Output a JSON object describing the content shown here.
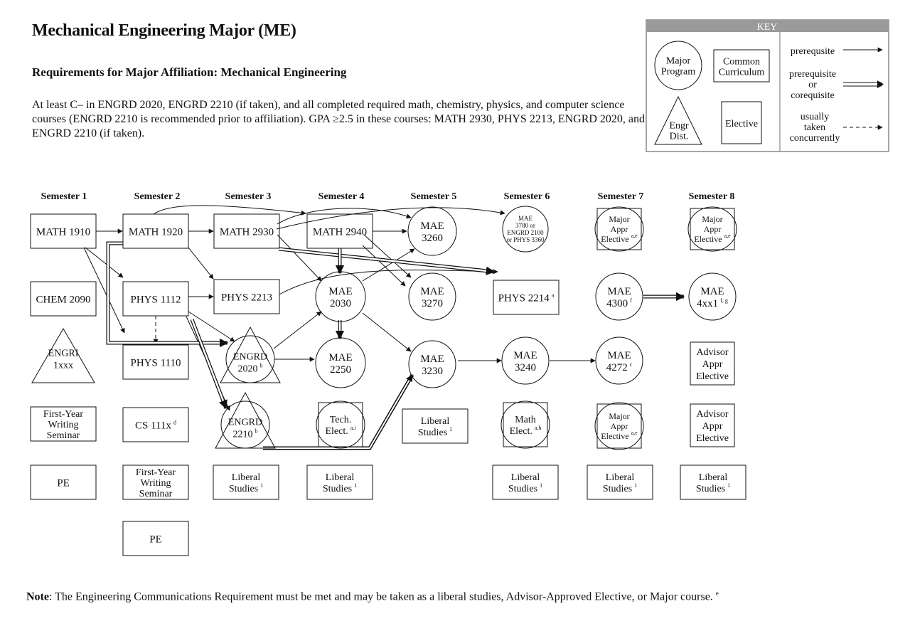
{
  "page": {
    "title": "Mechanical Engineering Major (ME)",
    "subtitle": "Requirements for Major Affiliation:  Mechanical Engineering",
    "paragraph": "At least C– in ENGRD 2020, ENGRD 2210 (if taken), and all completed required math, chemistry, physics, and computer science courses (ENGRD 2210 is recommended prior to affiliation). GPA ≥2.5 in these courses: MATH 2930, PHYS 2213, ENGRD 2020, and ENGRD 2210 (if taken).",
    "note_label": "Note",
    "note_text": ": The Engineering Communications Requirement must be met and may be taken as a liberal studies, Advisor-Approved Elective, or Major course.",
    "note_sup": "e"
  },
  "key": {
    "title": "KEY",
    "major_program": [
      "Major",
      "Program"
    ],
    "common_curriculum": [
      "Common",
      "Curriculum"
    ],
    "engr_dist": [
      "Engr",
      "Dist."
    ],
    "elective": [
      "Elective"
    ],
    "prerequisite": [
      "prerequsite"
    ],
    "prereq_or_coreq": [
      "prerequisite",
      "or",
      "corequisite"
    ],
    "concurrent": [
      "usually",
      "taken",
      "concurrently"
    ]
  },
  "semesters": [
    "Semester 1",
    "Semester 2",
    "Semester 3",
    "Semester 4",
    "Semester 5",
    "Semester 6",
    "Semester 7",
    "Semester 8"
  ],
  "nodes": {
    "math1910": {
      "lines": [
        "MATH 1910"
      ],
      "sup": ""
    },
    "chem2090": {
      "lines": [
        "CHEM 2090"
      ],
      "sup": ""
    },
    "engri": {
      "lines": [
        "ENGRI",
        "1xxx"
      ],
      "sup": ""
    },
    "fws1": {
      "lines": [
        "First-Year",
        "Writing",
        "Seminar"
      ],
      "sup": ""
    },
    "pe1": {
      "lines": [
        "PE"
      ],
      "sup": ""
    },
    "math1920": {
      "lines": [
        "MATH 1920"
      ],
      "sup": ""
    },
    "phys1112": {
      "lines": [
        "PHYS 1112"
      ],
      "sup": ""
    },
    "phys1110": {
      "lines": [
        "PHYS 1110"
      ],
      "sup": ""
    },
    "cs111x": {
      "lines": [
        "CS 111x"
      ],
      "sup": "d"
    },
    "fws2": {
      "lines": [
        "First-Year",
        "Writing",
        "Seminar"
      ],
      "sup": ""
    },
    "pe2": {
      "lines": [
        "PE"
      ],
      "sup": ""
    },
    "math2930": {
      "lines": [
        "MATH 2930"
      ],
      "sup": ""
    },
    "phys2213": {
      "lines": [
        "PHYS 2213"
      ],
      "sup": ""
    },
    "engrd2020": {
      "lines": [
        "ENGRD",
        "2020"
      ],
      "sup": "b"
    },
    "engrd2210": {
      "lines": [
        "ENGRD",
        "2210"
      ],
      "sup": "b"
    },
    "ls3": {
      "lines": [
        "Liberal",
        "Studies"
      ],
      "sup": "1"
    },
    "math2940": {
      "lines": [
        "MATH 2940"
      ],
      "sup": ""
    },
    "mae2030": {
      "lines": [
        "MAE",
        "2030"
      ],
      "sup": ""
    },
    "mae2250": {
      "lines": [
        "MAE",
        "2250"
      ],
      "sup": ""
    },
    "tech": {
      "lines": [
        "Tech.",
        "Elect."
      ],
      "sup": "a,i"
    },
    "ls4": {
      "lines": [
        "Liberal",
        "Studies"
      ],
      "sup": "1"
    },
    "mae3260": {
      "lines": [
        "MAE",
        "3260"
      ],
      "sup": ""
    },
    "mae3270": {
      "lines": [
        "MAE",
        "3270"
      ],
      "sup": ""
    },
    "mae3230": {
      "lines": [
        "MAE",
        "3230"
      ],
      "sup": ""
    },
    "ls5": {
      "lines": [
        "Liberal",
        "Studies"
      ],
      "sup": "1"
    },
    "mae3780": {
      "lines": [
        "MAE",
        "3780 or",
        "ENGRD 2100",
        "or PHYS 3360"
      ],
      "sup": ""
    },
    "phys2214": {
      "lines": [
        "PHYS 2214"
      ],
      "sup": "a"
    },
    "mae3240": {
      "lines": [
        "MAE",
        "3240"
      ],
      "sup": ""
    },
    "math_elect": {
      "lines": [
        "Math",
        "Elect."
      ],
      "sup": "a,h"
    },
    "ls6": {
      "lines": [
        "Liberal",
        "Studies"
      ],
      "sup": "1"
    },
    "major7a": {
      "lines": [
        "Major",
        "Appr",
        "Elective"
      ],
      "sup": "a,e"
    },
    "mae4300": {
      "lines": [
        "MAE",
        "4300"
      ],
      "sup": "f"
    },
    "mae4272": {
      "lines": [
        "MAE",
        "4272"
      ],
      "sup": "c"
    },
    "major7b": {
      "lines": [
        "Major",
        "Appr",
        "Elective"
      ],
      "sup": "a,e"
    },
    "ls7": {
      "lines": [
        "Liberal",
        "Studies"
      ],
      "sup": "1"
    },
    "major8": {
      "lines": [
        "Major",
        "Appr",
        "Elective"
      ],
      "sup": "a,e"
    },
    "mae4xx1": {
      "lines": [
        "MAE",
        "4xx1"
      ],
      "sup": "f, g"
    },
    "adv8a": {
      "lines": [
        "Advisor",
        "Appr",
        "Elective"
      ],
      "sup": ""
    },
    "adv8b": {
      "lines": [
        "Advisor",
        "Appr",
        "Elective"
      ],
      "sup": ""
    },
    "ls8": {
      "lines": [
        "Liberal",
        "Studies"
      ],
      "sup": "1"
    }
  }
}
